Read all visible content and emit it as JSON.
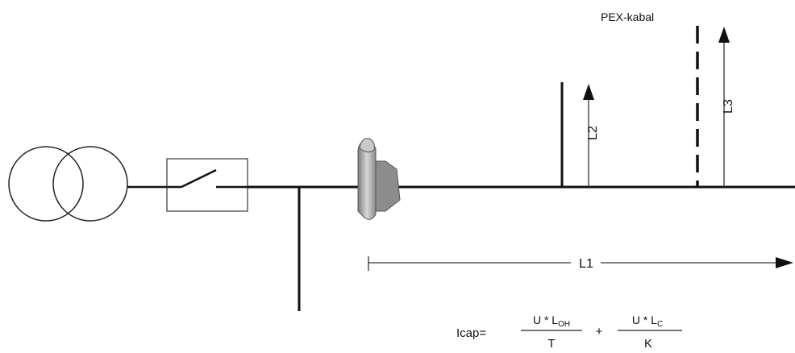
{
  "labels": {
    "cable": "PEX-kabal",
    "l1": "L1",
    "l2": "L2",
    "l3": "L3"
  },
  "formula": {
    "lhs": "Icap=",
    "term1_num_prefix": "U * L",
    "term1_num_sub": "OH",
    "term1_den": "T",
    "plus": "+",
    "term2_num_prefix": "U * L",
    "term2_num_sub": "C",
    "term2_den": "K"
  }
}
